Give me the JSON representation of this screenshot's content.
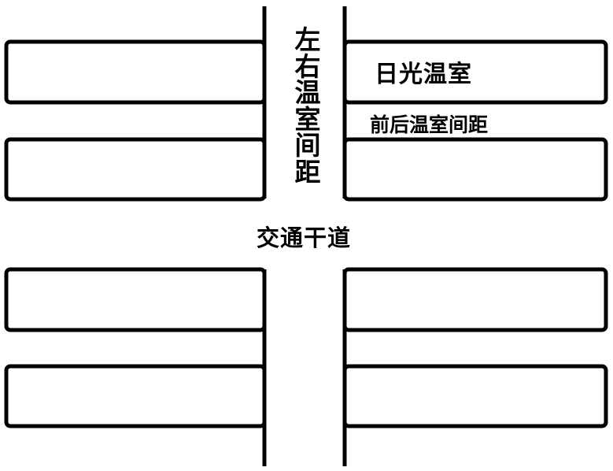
{
  "labels": {
    "greenhouse": "日光温室",
    "front_back_spacing": "前后温室间距",
    "left_right_spacing": [
      "左",
      "右",
      "温",
      "室",
      "间",
      "距"
    ],
    "main_road": "交通干道"
  },
  "colors": {
    "stroke": "#000000",
    "background": "#ffffff"
  }
}
